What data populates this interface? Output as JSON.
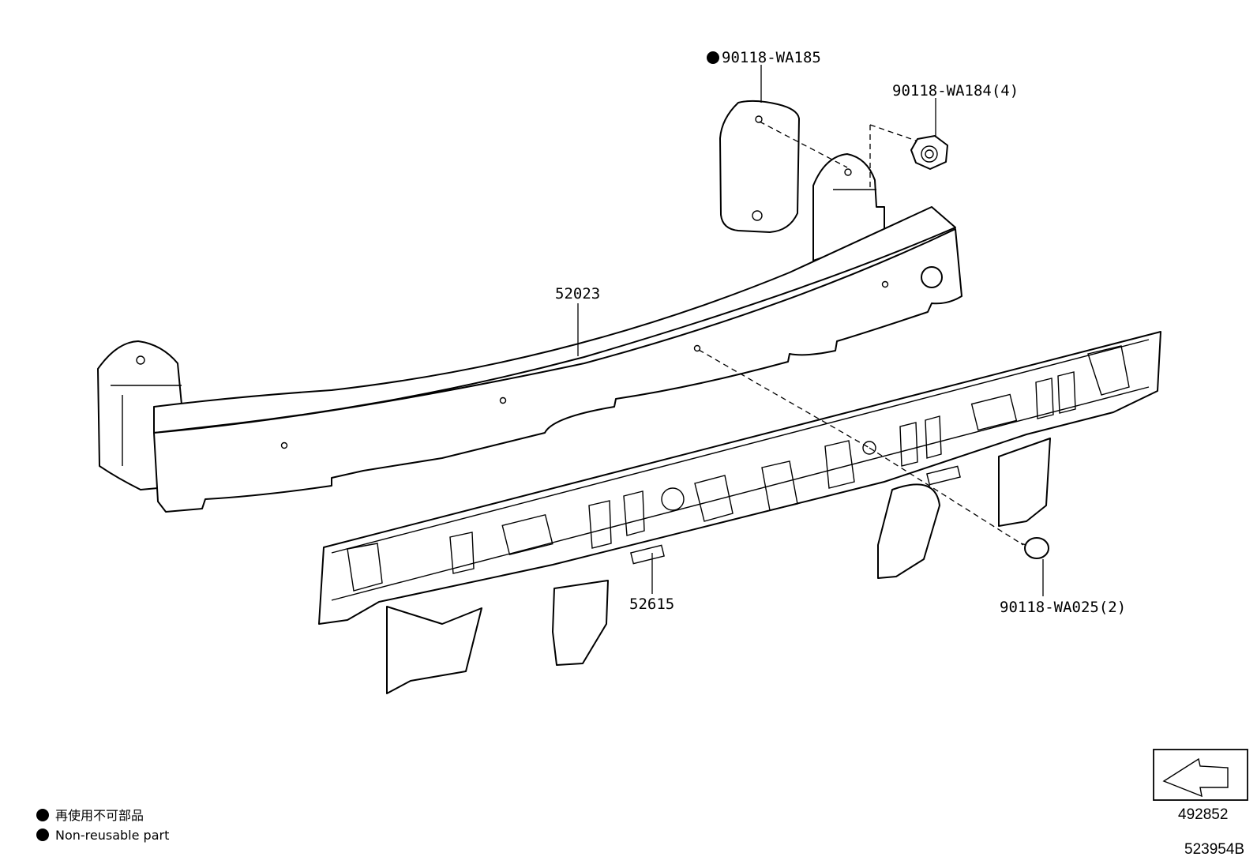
{
  "callouts": {
    "plate": "90118-WA185",
    "nut": "90118-WA184(4)",
    "reinforcement": "52023",
    "absorber": "52615",
    "clip": "90118-WA025(2)"
  },
  "legend": {
    "japanese": "再使用不可部品",
    "english": "Non-reusable part"
  },
  "ref_box": {
    "number": "492852"
  },
  "illustration_code": "523954B"
}
